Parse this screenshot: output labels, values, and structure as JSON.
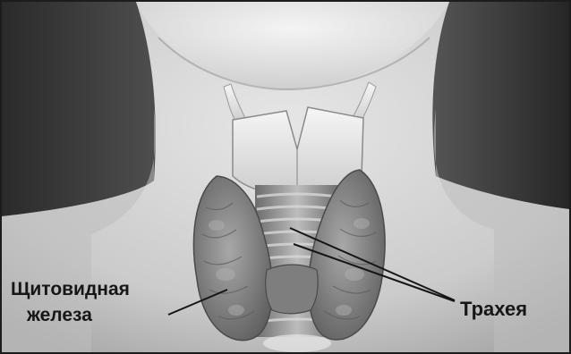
{
  "labels": {
    "thyroid_line1": "Щитовидная",
    "thyroid_line2": "железа",
    "trachea": "Трахея"
  },
  "colors": {
    "background": "#d4d4d4",
    "hair": "#3a3a3a",
    "skin": "#c9c9c9",
    "thyroid": "#8e8e8e",
    "cartilage": "#ececec",
    "label_text": "#161616"
  }
}
